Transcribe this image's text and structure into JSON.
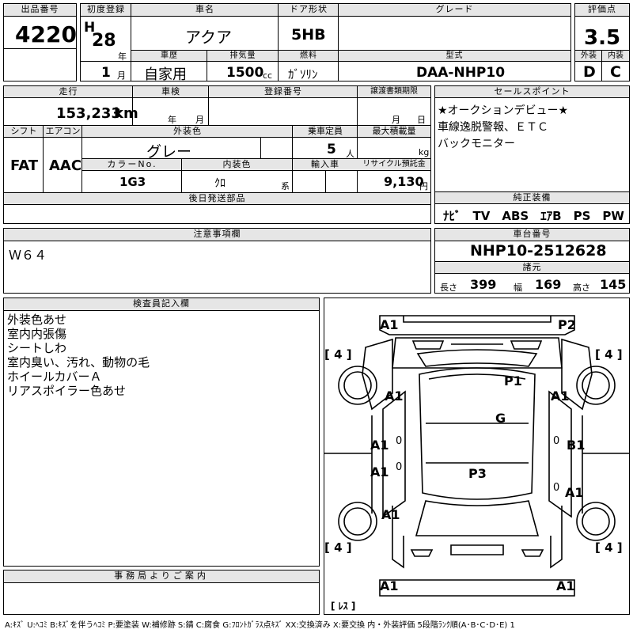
{
  "lot": {
    "label": "出品番号",
    "value": "4220"
  },
  "first_reg": {
    "label": "初度登録",
    "era": "H",
    "year": "28",
    "year_unit": "年",
    "month": "1",
    "month_unit": "月"
  },
  "car_name": {
    "label": "車名",
    "value": "アクア"
  },
  "door": {
    "label": "ドア形状",
    "value": "5HB"
  },
  "grade": {
    "label": "グレード",
    "value": ""
  },
  "score": {
    "label": "評価点",
    "value": "3.5",
    "ext_label": "外装",
    "int_label": "内装",
    "ext": "D",
    "int": "C"
  },
  "history": {
    "label": "車歴",
    "value": "自家用"
  },
  "displacement": {
    "label": "排気量",
    "value": "1500",
    "unit": "cc"
  },
  "fuel": {
    "label": "燃料",
    "value": "ｶﾞｿﾘﾝ"
  },
  "model": {
    "label": "型式",
    "value": "DAA-NHP10"
  },
  "mileage": {
    "label": "走行",
    "value": "153,233",
    "unit": "km"
  },
  "inspection": {
    "label": "車検",
    "year_unit": "年",
    "month_unit": "月"
  },
  "reg_no": {
    "label": "登録番号",
    "value": ""
  },
  "transfer": {
    "label": "譲渡書類期限",
    "month_unit": "月",
    "day_unit": "日"
  },
  "shift": {
    "label": "シフト",
    "value": "FAT"
  },
  "aircon": {
    "label": "エアコン",
    "value": "AAC"
  },
  "ext_color": {
    "label": "外装色",
    "value": "グレー"
  },
  "capacity": {
    "label": "乗車定員",
    "value": "5",
    "unit": "人"
  },
  "max_load": {
    "label": "最大積載量",
    "value": "",
    "unit": "kg"
  },
  "color_no": {
    "label": "カラーNo.",
    "value": "1G3"
  },
  "int_color": {
    "label": "内装色",
    "value": "ｸﾛ",
    "unit": "系"
  },
  "import": {
    "label": "輸入車",
    "value": ""
  },
  "recycle": {
    "label": "リサイクル預託金",
    "value": "9,130",
    "unit": "円"
  },
  "later_parts": {
    "label": "後日発送部品",
    "value": ""
  },
  "sales_points": {
    "label": "セールスポイント",
    "lines": [
      "★オークションデビュー★",
      "車線逸脱警報、ＥＴＣ",
      "バックモニター"
    ]
  },
  "equipment": {
    "label": "純正装備",
    "value": "ﾅﾋﾞ　TV　ABS　ｴｱB　PS　PW"
  },
  "caution": {
    "label": "注意事項欄",
    "value": "Ｗ６４"
  },
  "chassis": {
    "label": "車台番号",
    "value": "NHP10-2512628"
  },
  "specs": {
    "label": "諸元",
    "length_label": "長さ",
    "length": "399",
    "width_label": "幅",
    "width": "169",
    "height_label": "高さ",
    "height": "145"
  },
  "inspector": {
    "label": "検査員記入欄",
    "lines": [
      "外装色あせ",
      "室内内張傷",
      "シートしわ",
      "室内臭い、汚れ、動物の毛",
      "ホイールカバーＡ",
      "リアスポイラー色あせ"
    ]
  },
  "diagram": {
    "marks": [
      "A1",
      "P2",
      "P1",
      "A1",
      "A1",
      "G",
      "A1",
      "B1",
      "A1",
      "P3",
      "A1",
      "A1",
      "A1",
      "A1"
    ],
    "tyres": [
      "[ 4 ]",
      "[ 4 ]",
      "[ 4 ]",
      "[ 4 ]"
    ],
    "spare": "[ ﾚｽ ]",
    "zeros": [
      "0",
      "0",
      "0",
      "0"
    ]
  },
  "office": {
    "label": "事務局よりご案内",
    "value": ""
  },
  "legend": "A:ｷｽﾞ  U:ﾍｺﾐ  B:ｷｽﾞを伴うﾍｺﾐ  P:要塗装  W:補修跡  S:錆  C:腐食  G:ﾌﾛﾝﾄｶﾞﾗｽ点ｷｽﾞ  XX:交換済み  X:要交換   内・外装評価  5段階ﾗﾝｸ順(A･B･C･D･E)  1"
}
